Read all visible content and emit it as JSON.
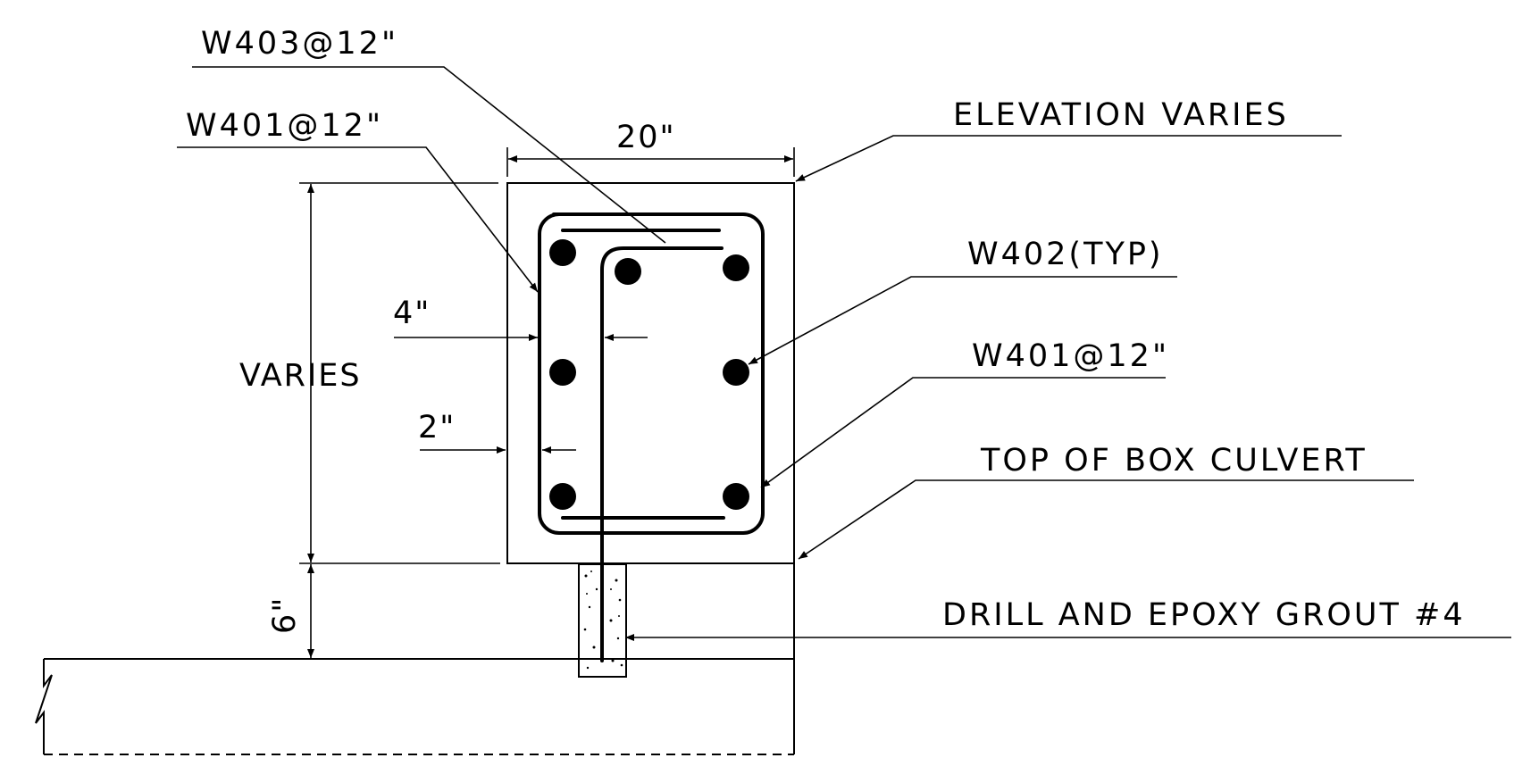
{
  "labels": {
    "w403": "W403@12\"",
    "w401_left": "W401@12\"",
    "dim_width": "20\"",
    "elevation": "ELEVATION VARIES",
    "w402": "W402(TYP)",
    "w401_right": "W401@12\"",
    "dim_4": "4\"",
    "varies": "VARIES",
    "dim_2": "2\"",
    "top_culvert": "TOP OF BOX CULVERT",
    "drill": "DRILL AND EPOXY GROUT #4",
    "dim_6": "6\""
  }
}
